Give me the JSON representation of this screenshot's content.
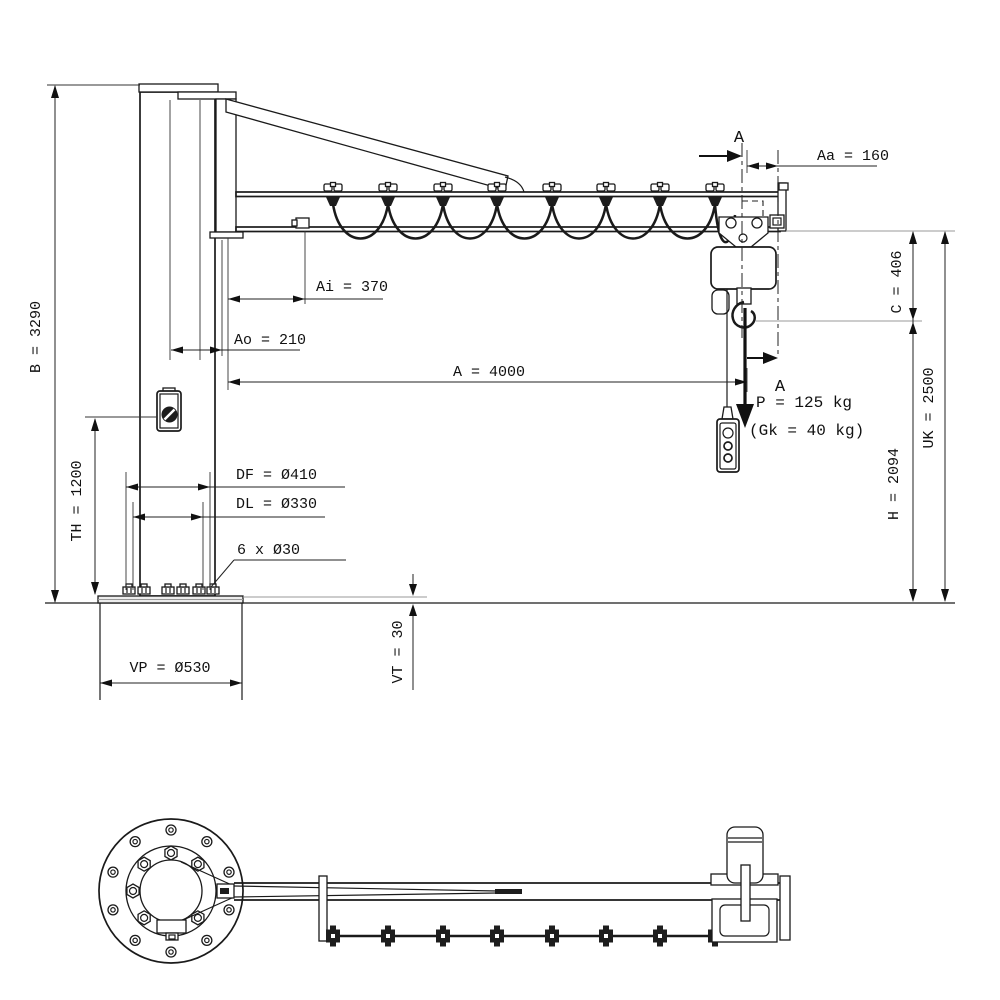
{
  "drawing": {
    "style": {
      "line_color": "#1a1a1a",
      "background": "#ffffff",
      "reference_line_color": "#999999"
    },
    "section_marker": "A",
    "dimensions": {
      "B": "B = 3290",
      "TH": "TH = 1200",
      "Ai": "Ai = 370",
      "Ao": "Ao = 210",
      "A": "A = 4000",
      "Aa": "Aa = 160",
      "C": "C = 406",
      "UK": "UK = 2500",
      "H": "H = 2094",
      "DF": "DF = Ø410",
      "DL": "DL = Ø330",
      "anchor_bolts": "6 x Ø30",
      "VP": "VP = Ø530",
      "VT": "VT = 30"
    },
    "load": {
      "P": "P = 125 kg",
      "Gk": "(Gk = 40 kg)"
    }
  }
}
